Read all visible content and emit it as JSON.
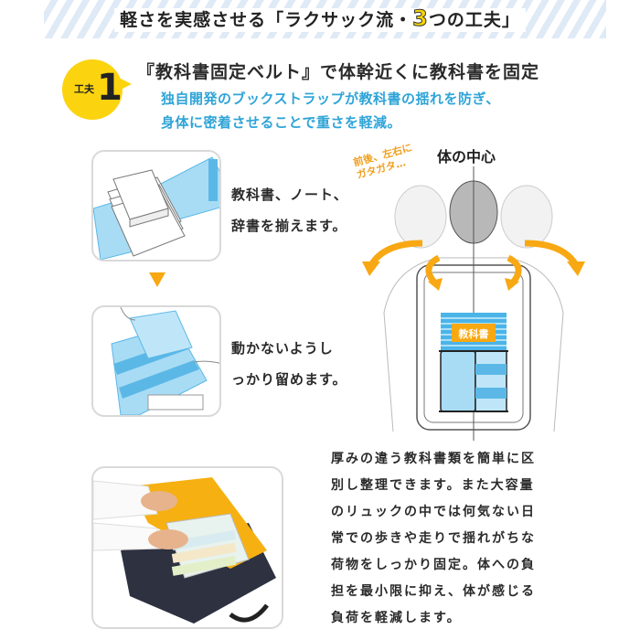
{
  "header": {
    "title_prefix": "軽さを実感させる「ラクサック流・",
    "title_number": "3",
    "title_suffix": "つの工夫」"
  },
  "feature": {
    "badge_label": "工夫",
    "badge_number": "1",
    "title": "『教科書固定ベルト』で体幹近くに教科書を固定",
    "subtitle_line1": "独自開発のブックストラップが教科書の揺れを防ぎ、",
    "subtitle_line2": "身体に密着させることで重さを軽減。",
    "accent_color": "#2fa4d7",
    "badge_color": "#fcd30f"
  },
  "steps": [
    {
      "line1": "教科書、ノート、",
      "line2": "辞書を揃えます。"
    },
    {
      "line1": "動かないようし",
      "line2": "っかり留めます。"
    }
  ],
  "diagram": {
    "center_label": "体の中心",
    "wobble_line1": "前後、左右に",
    "wobble_line2": "ガタガタ…",
    "book_label": "教科書",
    "arrow_color": "#f8a812"
  },
  "description": {
    "lines": [
      "厚みの違う教科書類を簡単に区",
      "別し整理できます。また大容量",
      "のリュックの中では何気ない日",
      "常での歩きや走りで揺れがちな",
      "荷物をしっかり固定。体への負",
      "担を最小限に抑え、体が感じる",
      "負荷を軽減します。"
    ]
  }
}
